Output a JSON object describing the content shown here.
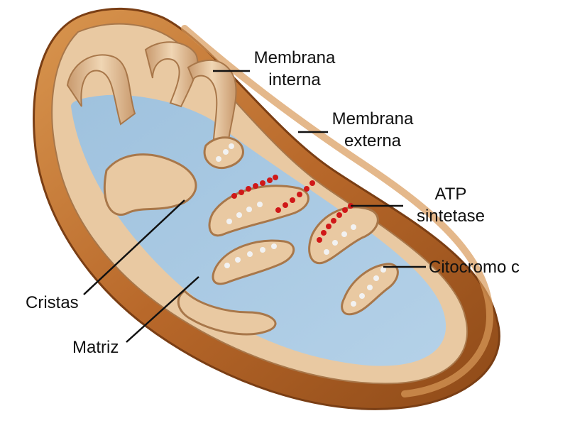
{
  "labels": {
    "membrana_interna": [
      "Membrana",
      "interna"
    ],
    "membrana_externa": [
      "Membrana",
      "externa"
    ],
    "atp_sintetase": [
      "ATP",
      "sintetase"
    ],
    "citocromo_c": "Citocromo c",
    "cristas": "Cristas",
    "matriz": "Matriz"
  },
  "colors": {
    "outer_membrane": "#b8682a",
    "outer_membrane_light": "#d58a44",
    "inner_membrane": "#e9c9a2",
    "inner_membrane_shade": "#c99a6e",
    "matrix": "#a8c8e2",
    "atp_synthase_dots": "#d01818",
    "cytochrome_dots": "#f2f2f2",
    "leader_lines": "#111111"
  },
  "icons": {
    "atp_synthase": "red-dot-row",
    "cytochrome_c": "white-dot-row"
  }
}
